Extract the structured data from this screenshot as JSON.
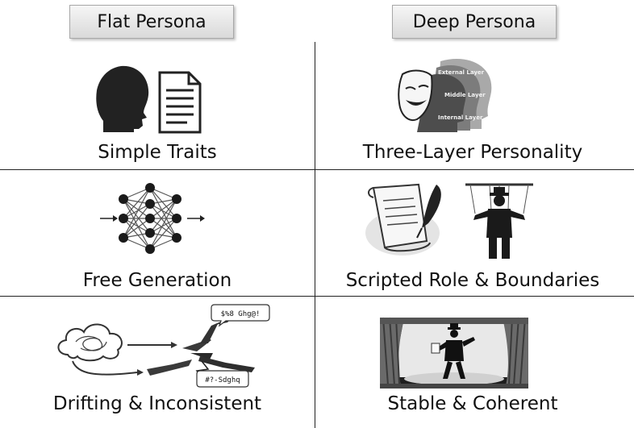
{
  "headers": {
    "flat": "Flat Persona",
    "deep": "Deep Persona"
  },
  "rows": [
    {
      "flat": {
        "label": "Simple Traits",
        "icons": [
          "head-silhouette-icon",
          "document-icon"
        ]
      },
      "deep": {
        "label": "Three-Layer Personality",
        "icons": [
          "theater-mask-icon",
          "layered-heads-icon"
        ],
        "layers": [
          "External Layer",
          "Middle Layer",
          "Internal Layer"
        ]
      }
    },
    {
      "flat": {
        "label": "Free Generation",
        "icons": [
          "neural-network-icon"
        ]
      },
      "deep": {
        "label": "Scripted Role & Boundaries",
        "icons": [
          "scroll-quill-icon",
          "puppet-icon"
        ]
      }
    },
    {
      "flat": {
        "label": "Drifting & Inconsistent",
        "icons": [
          "tangled-cloud-icon",
          "scattered-arrows-icon"
        ],
        "bubbles": [
          "$%8 Ghg@!",
          "#?-Sdghq"
        ]
      },
      "deep": {
        "label": "Stable & Coherent",
        "icons": [
          "stage-performer-icon"
        ]
      }
    }
  ]
}
